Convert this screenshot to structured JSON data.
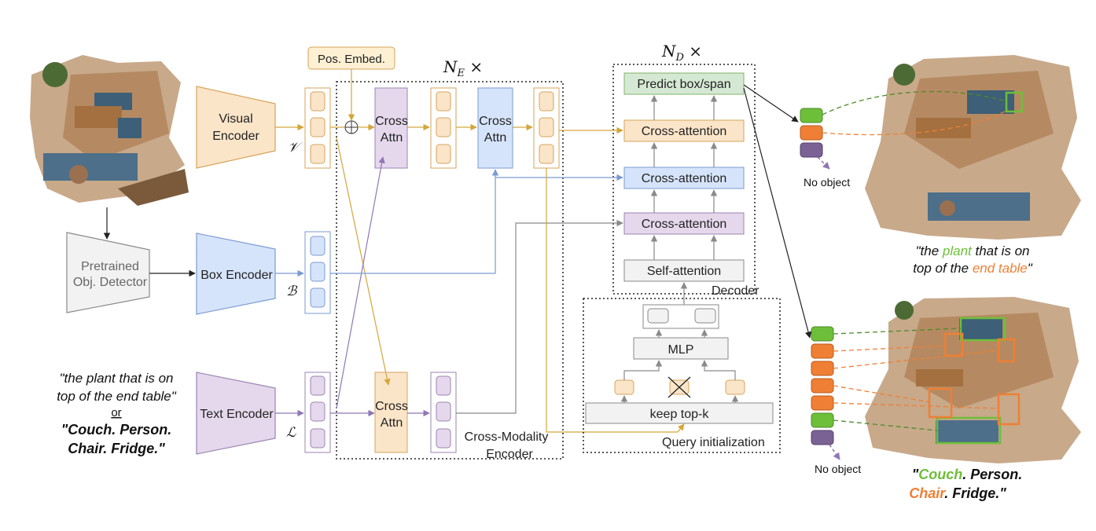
{
  "colors": {
    "visual": "#fbe5c9",
    "visual_stroke": "#d6a45a",
    "box": "#d6e4fb",
    "box_stroke": "#7a9bd2",
    "text": "#e5d8ec",
    "text_stroke": "#9b84b3",
    "gray": "#f2f2f2",
    "gray_stroke": "#8a8a8a",
    "green": "#d5e8d4",
    "green_stroke": "#82b366",
    "token_green": "#6dbf3a",
    "token_orange": "#ef7f34",
    "token_purple": "#7a6394",
    "arrow_gold": "#d4a63a",
    "arrow_purple": "#8f77b5",
    "arrow_blue": "#7a9bd2"
  },
  "encoders": {
    "visual": [
      "Visual",
      "Encoder"
    ],
    "box": "Box Encoder",
    "text": "Text Encoder",
    "detector": [
      "Pretrained",
      "Obj. Detector"
    ]
  },
  "symbols": {
    "visual": "𝒱",
    "box": "ℬ",
    "text": "ℒ"
  },
  "pos_embed": "Pos. Embed.",
  "cross_modality": {
    "repeat_label": "N_E ×",
    "cross_attn": [
      "Cross",
      "Attn"
    ],
    "label": [
      "Cross-Modality",
      "Encoder"
    ]
  },
  "decoder": {
    "repeat_label": "N_D ×",
    "predict": "Predict box/span",
    "cross_attention": "Cross-attention",
    "self_attention": "Self-attention",
    "label": "Decoder"
  },
  "query_init": {
    "mlp": "MLP",
    "keep_topk": "keep top-k",
    "label": "Query initialization"
  },
  "input_text": {
    "query1": [
      "\"the plant that is on",
      "top of the end table\""
    ],
    "or": "or",
    "query2": [
      "\"Couch. Person.",
      "Chair. Fridge.\""
    ]
  },
  "outputs": {
    "no_object_1": "No object",
    "no_object_2": "No object",
    "caption1_line1": [
      "\"the ",
      "plant",
      " that is on"
    ],
    "caption1_line2": [
      "top of the ",
      "end table",
      "\""
    ],
    "caption2_line1": [
      "\"",
      "Couch",
      ". Person."
    ],
    "caption2_line2": [
      "Chair",
      ". Fridge.\""
    ]
  }
}
